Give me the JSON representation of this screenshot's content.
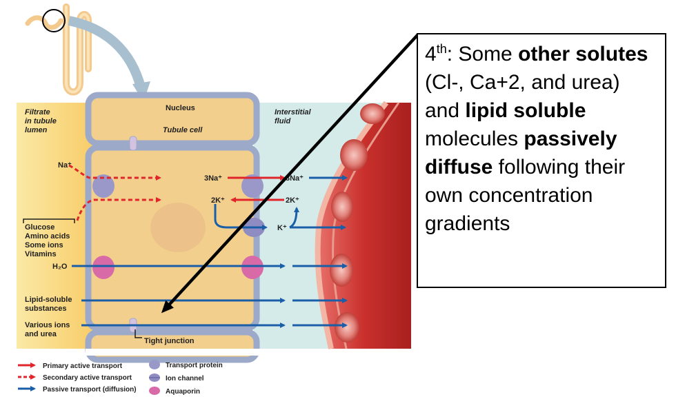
{
  "diagram": {
    "labels": {
      "filtrate": [
        "Filtrate",
        "in tubule",
        "lumen"
      ],
      "nucleus": "Nucleus",
      "tubule_cell": "Tubule cell",
      "interstitial": [
        "Interstitial",
        "fluid"
      ],
      "na_plus": "Na⁺",
      "three_na_left": "3Na⁺",
      "three_na_right": "3Na⁺",
      "two_k_left": "2K⁺",
      "two_k_right": "2K⁺",
      "k_plus": "K⁺",
      "solutes": [
        "Glucose",
        "Amino acids",
        "Some ions",
        "Vitamins"
      ],
      "h2o": "H₂O",
      "lipid": [
        "Lipid-soluble",
        "substances"
      ],
      "various_ions": [
        "Various ions",
        "and urea"
      ],
      "tight_junction": "Tight junction"
    },
    "legend": {
      "primary": "Primary active transport",
      "secondary": "Secondary active transport",
      "passive": "Passive transport (diffusion)",
      "transport_protein": "Transport protein",
      "ion_channel": "Ion channel",
      "aquaporin": "Aquaporin"
    },
    "colors": {
      "primary_arrow": "#e0252b",
      "passive_arrow": "#1a5ea8",
      "lumen": "#fbd983",
      "cell": "#f2cf8d",
      "membrane": "#9da9c9",
      "interstitial": "#d5ebea",
      "capillary": "#c9302c",
      "aquaporin": "#d86aa8",
      "transport_protein": "#9a98c8"
    }
  },
  "callout": {
    "sup_num": "4",
    "sup": "th",
    "t1": ": Some ",
    "b1": "other solutes",
    "t2": " (Cl-, Ca+2, and urea) and ",
    "b2": "lipid soluble",
    "t3": " molecules ",
    "b3": "passively diffuse",
    "t4": " following their own concentration gradients"
  }
}
